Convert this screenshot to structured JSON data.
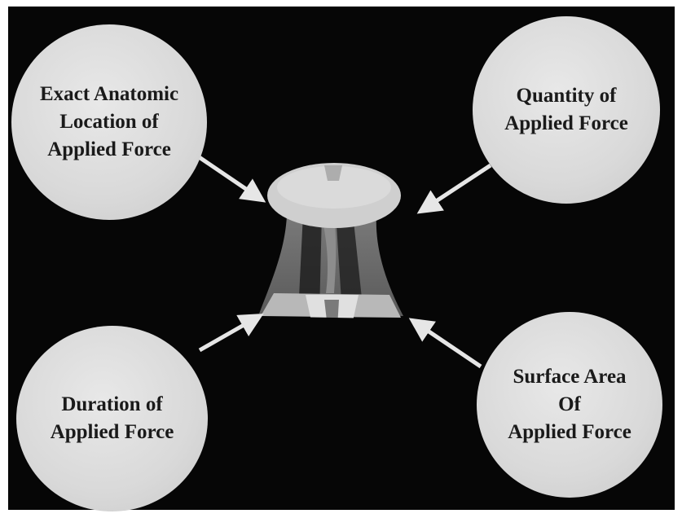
{
  "diagram": {
    "factors": [
      {
        "id": "top-left",
        "text": "Exact Anatomic\nLocation of\nApplied Force"
      },
      {
        "id": "top-right",
        "text": "Quantity of\nApplied Force"
      },
      {
        "id": "bottom-left",
        "text": "Duration of\nApplied Force"
      },
      {
        "id": "bottom-right",
        "text": "Surface Area\nOf\nApplied Force"
      }
    ],
    "center_image": "head-neck-anatomy-illustration"
  },
  "colors": {
    "background": "#060606",
    "circle_fill": "#dcdcdc",
    "text": "#1a1a1a",
    "arrow": "#e6e6e6"
  }
}
